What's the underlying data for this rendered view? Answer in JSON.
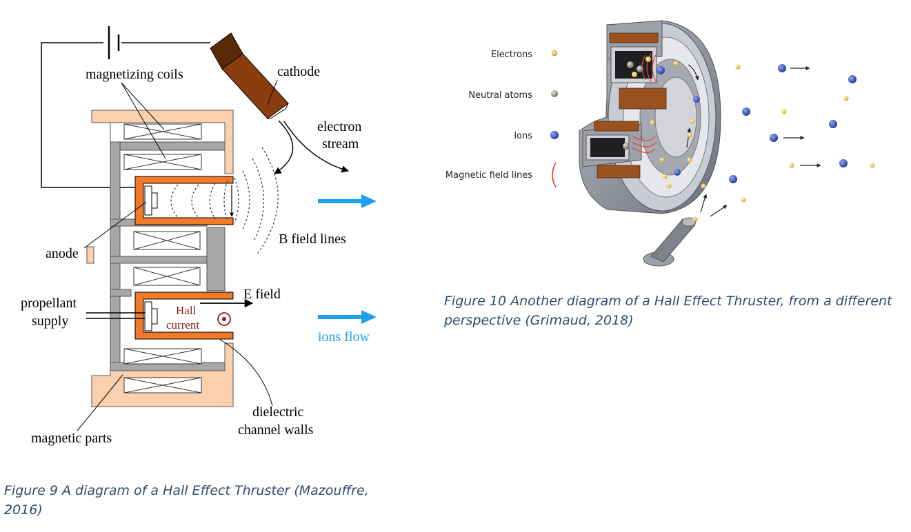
{
  "figure9": {
    "labels": {
      "magnetizing_coils": "magnetizing coils",
      "cathode": "cathode",
      "electron_stream_1": "electron",
      "electron_stream_2": "stream",
      "anode": "anode",
      "b_field_lines": "B field lines",
      "e_field": "E field",
      "hall_1": "Hall",
      "hall_2": "current",
      "propellant_1": "propellant",
      "propellant_2": "supply",
      "ions_flow": "ions flow",
      "magnetic_parts": "magnetic parts",
      "dielectric_1": "dielectric",
      "dielectric_2": "channel walls"
    },
    "caption": "Figure 9 A diagram of a Hall Effect Thruster (Mazouffre, 2016)"
  },
  "figure10": {
    "legend": [
      {
        "label": "Electrons",
        "color": "#e8c94a"
      },
      {
        "label": "Neutral atoms",
        "color": "#8e8b7c"
      },
      {
        "label": "Ions",
        "color": "#3d5bbd"
      },
      {
        "label": "Magnetic field lines",
        "color": "#e0453a"
      }
    ],
    "caption": "Figure 10 Another diagram of a Hall Effect Thruster, from a different perspective (Grimaud, 2018)"
  }
}
